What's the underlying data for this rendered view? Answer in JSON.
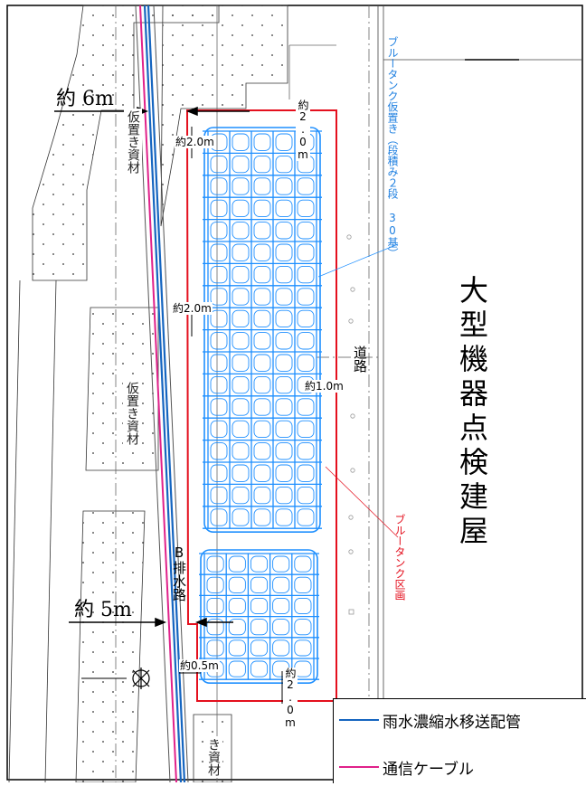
{
  "labels": {
    "approx_6m": "約 6m",
    "approx_5m": "約 5m",
    "m_2_0_top_left": "約2.0m",
    "m_2_0_top_right": "約2.0m",
    "m_2_0_mid_left": "約2.0m",
    "m_1_0": "約1.0m",
    "m_0_5": "約0.5m",
    "m_2_0_bottom": "約2.0m",
    "road": "道路",
    "building": "大型機器点検建屋",
    "material_top": "仮置き資材",
    "material_mid": "仮置き資材",
    "material_bottom": "き資材",
    "drainage": "B排水路",
    "blue_tank_storage": "ブルータンク仮置き（段積み２段 30基）",
    "blue_tank_area": "ブルータンク区画"
  },
  "legend": {
    "items": [
      {
        "label": "雨水濃縮水移送配管",
        "color": "#1565c0"
      },
      {
        "label": "通信ケーブル",
        "color": "#e0218a"
      }
    ]
  },
  "colors": {
    "tank_blue": "#1e8fff",
    "pipe_blue": "#1565c0",
    "cable_pink": "#e0218a",
    "boundary_red": "#e4101e"
  }
}
